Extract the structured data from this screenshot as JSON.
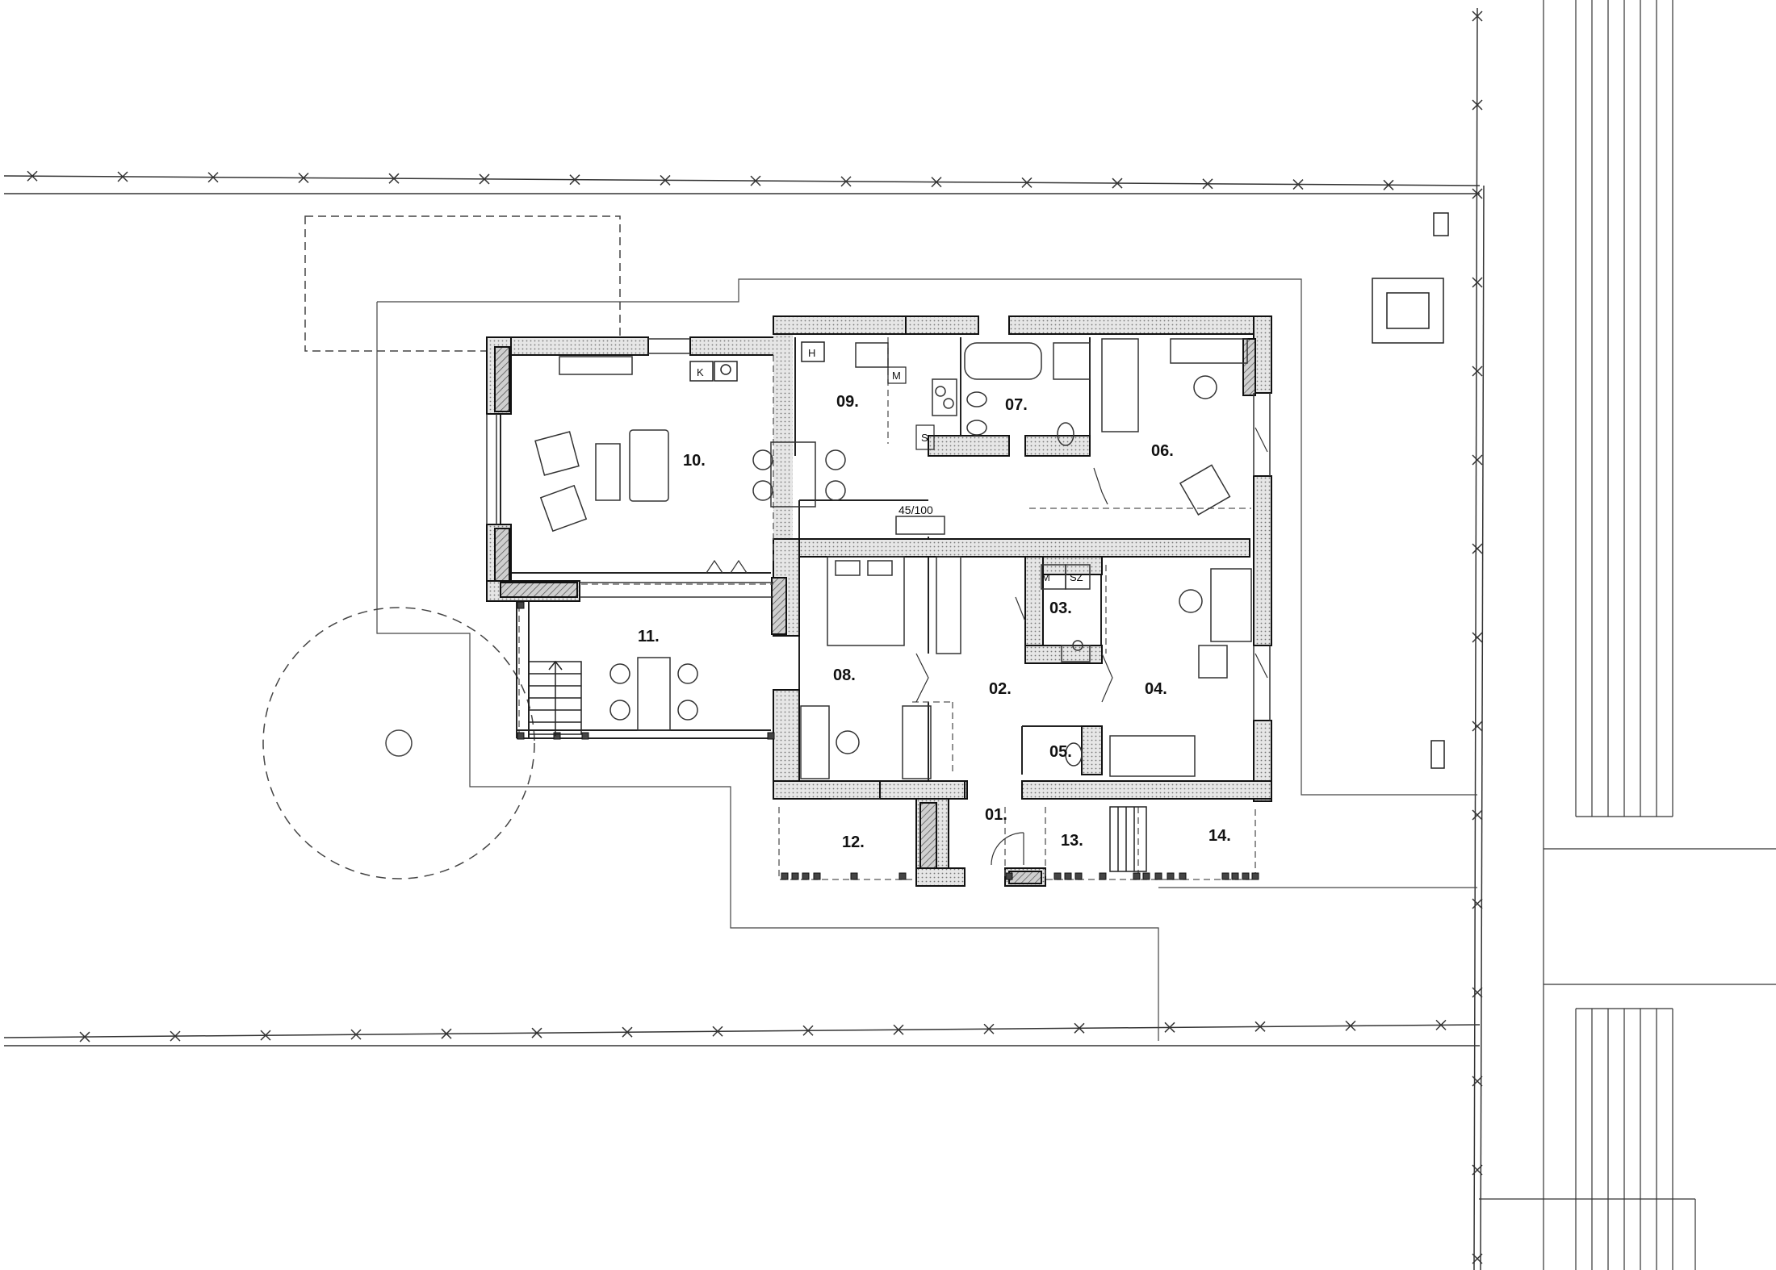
{
  "plan": {
    "rooms": [
      "01.",
      "02.",
      "03.",
      "04.",
      "05.",
      "06.",
      "07.",
      "08.",
      "09.",
      "10.",
      "11.",
      "12.",
      "13.",
      "14."
    ],
    "dimension_label": "45/100",
    "fixtures": {
      "h": "H",
      "k": "K",
      "m1": "M",
      "s": "S",
      "m2": "M",
      "sz": "SZ"
    }
  },
  "colors": {
    "wall": "#d8d8d8",
    "wall_stroke": "#111111",
    "line": "#222222",
    "dash": "#555555",
    "paper": "#ffffff"
  }
}
